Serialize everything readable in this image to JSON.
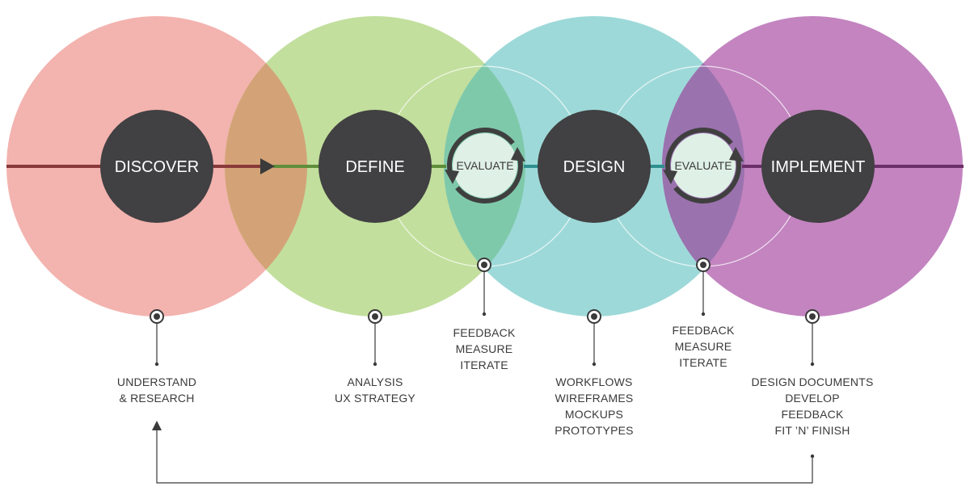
{
  "phases": [
    {
      "id": "discover",
      "label": "DISCOVER",
      "color": "#f3b3af",
      "notes": [
        "UNDERSTAND",
        "& RESEARCH"
      ]
    },
    {
      "id": "define",
      "label": "DEFINE",
      "color": "#c2df9d",
      "notes": [
        "ANALYSIS",
        "UX STRATEGY"
      ]
    },
    {
      "id": "design",
      "label": "DESIGN",
      "color": "#9ed9d9",
      "notes": [
        "WORKFLOWS",
        "WIREFRAMES",
        "MOCKUPS",
        "PROTOTYPES"
      ]
    },
    {
      "id": "implement",
      "label": "IMPLEMENT",
      "color": "#c384c0",
      "notes": [
        "DESIGN DOCUMENTS",
        "DEVELOP",
        "FEEDBACK",
        "FIT ’N’ FINISH"
      ]
    }
  ],
  "evaluations": [
    {
      "id": "evaluate-1",
      "label": "EVALUATE",
      "notes": [
        "FEEDBACK",
        "MEASURE",
        "ITERATE"
      ]
    },
    {
      "id": "evaluate-2",
      "label": "EVALUATE",
      "notes": [
        "FEEDBACK",
        "MEASURE",
        "ITERATE"
      ]
    }
  ],
  "colors": {
    "node_fill": "#414042",
    "evaluate_fill": "#dff0e6",
    "line_dark": "#3f3f3f",
    "overlap_discover_define": "#d3a377",
    "overlap_define_design": "#7fc9ab",
    "overlap_design_implement": "#9a72ae"
  }
}
